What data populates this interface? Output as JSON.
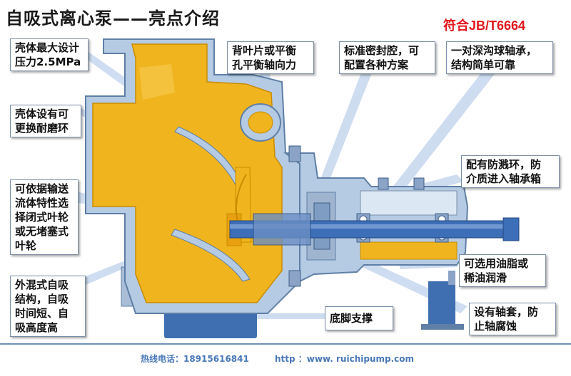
{
  "title": "自吸式离心泵——亮点介绍",
  "standard": "符合JB/T6664",
  "callouts": {
    "casing_pressure": "壳体最大设计\n压力2.5MPa",
    "wear_ring": "壳体设有可\n更换耐磨环",
    "impeller_choice": "可依据输送\n流体特性选\n择闭式叶轮\n或无堵塞式\n叶轮",
    "self_priming": "外混式自吸\n结构，自吸\n时间短、自\n吸高度高",
    "back_vanes": "背叶片或平衡\n孔平衡轴向力",
    "seal_chamber": "标准密封腔，可\n配置各种方案",
    "bearings": "一对深沟球轴承，\n结构简单可靠",
    "splash_ring": "配有防溅环，防\n介质进入轴承箱",
    "lubrication": "可选用油脂或\n稀油润滑",
    "shaft_sleeve": "设有轴套，防\n止轴腐蚀",
    "base_support": "底脚支撑"
  },
  "footer": {
    "hotline": "热线电话：18915616841",
    "url": "http ：www. ruichipump.com"
  },
  "colors": {
    "casing": "#f0b41e",
    "metal": "#b5cbe3",
    "metal_dark": "#5f7fa6",
    "shaft": "#3d6fb8",
    "callout_line": "#c9d9ef",
    "standard": "#e0191e"
  }
}
